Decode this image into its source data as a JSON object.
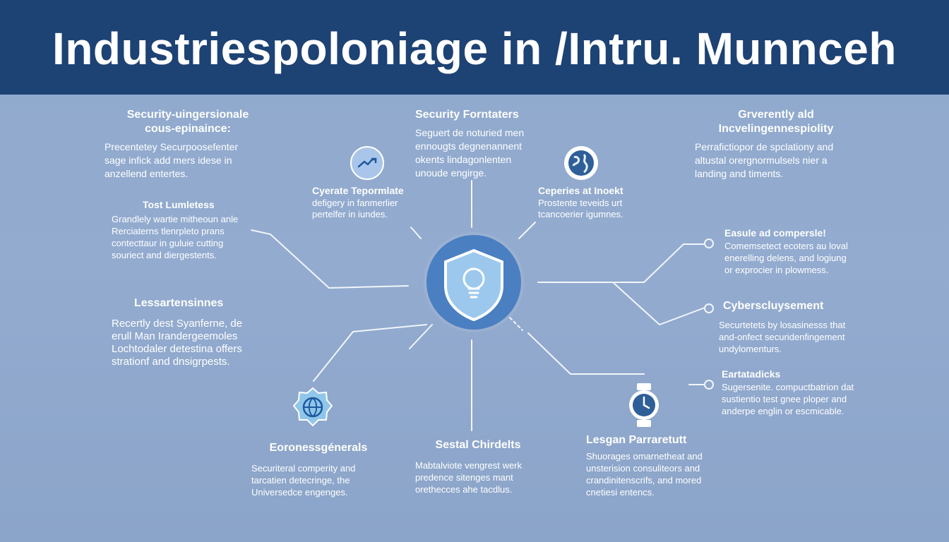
{
  "title": "Industriespoloniage in /Intru. Munnceh",
  "colors": {
    "header": "#1d4274",
    "background": "#93abcf",
    "hub": "#4a7fc1",
    "accent": "#ffffff"
  },
  "blocks": {
    "top_left": {
      "title_lines": [
        "Security-uingersionale",
        "cous-epinaince:"
      ],
      "body_lines": [
        "Precentetey Securpoosefenter",
        "sage infick add mers idese in",
        "anzellend entertes."
      ]
    },
    "top_center": {
      "title_lines": [
        "Security Forntaters"
      ],
      "body_lines": [
        "Seguert de noturied men",
        "ennougts degnenannent",
        "okents lindagonlenten",
        "unoude engirge."
      ]
    },
    "top_right": {
      "title_lines": [
        "Grverently ald",
        "Incvelingennespiolity"
      ],
      "body_lines": [
        "Perrafictiopor de spclationy and",
        "altustal orergnormulsels nier a",
        "landing and timents."
      ]
    },
    "left_upper": {
      "title_lines": [
        "Tost Lumletess"
      ],
      "body_lines": [
        "Grandlely wartie mitheoun anle",
        "Rerciaterns tlenrpleto prans",
        "contecttaur in guluie cutting",
        "souriect and diergestents."
      ]
    },
    "inner_left": {
      "title_lines": [
        "Cyerate Tepormlate"
      ],
      "body_lines": [
        "defigery in fanmerlier",
        "pertelfer in iundes."
      ]
    },
    "inner_right": {
      "title_lines": [
        "Ceperies at Inoekt"
      ],
      "body_lines": [
        "Prostente teveids urt",
        "tcancoerier igumnes."
      ]
    },
    "left_lower": {
      "title_lines": [
        "Lessartensinnes"
      ],
      "body_lines": [
        "Recertly dest Syanferne, de",
        "erull Man Irandergeemoles",
        "Lochtodaler detestina offers",
        "strationf and dnsigrpests."
      ]
    },
    "right_upper": {
      "title_lines": [
        "Easule ad compersle!"
      ],
      "body_lines": [
        "Comemsetect ecoters au loval",
        "enerelling delens, and logiung",
        "or exprocier in plowmess."
      ]
    },
    "right_middle": {
      "title_lines": [
        "Cyberscluysement"
      ],
      "body_lines": [
        "Securtetets by losasinesss that",
        "and-onfect securidenfingement",
        "undylomenturs."
      ]
    },
    "right_lower": {
      "title_lines": [
        "Eartatadicks"
      ],
      "body_lines": [
        "Sugersenite. compuctbatrion dat",
        "sustientio test gnee ploper and",
        "anderpe englin or escmicable."
      ]
    },
    "bottom_left": {
      "title_lines": [
        "Eoronessgénerals"
      ],
      "body_lines": [
        "Securiteral comperity and",
        "tarcatien detecringe, the",
        "Universedce engenges."
      ]
    },
    "bottom_center": {
      "title_lines": [
        "Sestal Chirdelts"
      ],
      "body_lines": [
        "Mabtalviote vengrest werk",
        "predence sitenges mant",
        "orethecces ahe tacdlus."
      ]
    },
    "bottom_right": {
      "title_lines": [
        "Lesgan Parraretutt"
      ],
      "body_lines": [
        "Shuorages omarnetheat and",
        "unsterision consuliteors and",
        "crandinitenscrifs, and mored",
        "cnetiesi entencs."
      ]
    }
  },
  "icons": {
    "hub": "shield-lightbulb-icon",
    "top_left": "handshake-icon",
    "top_right": "globe-icon",
    "bottom_left": "globe-badge-icon",
    "bottom_right": "stopwatch-icon"
  }
}
